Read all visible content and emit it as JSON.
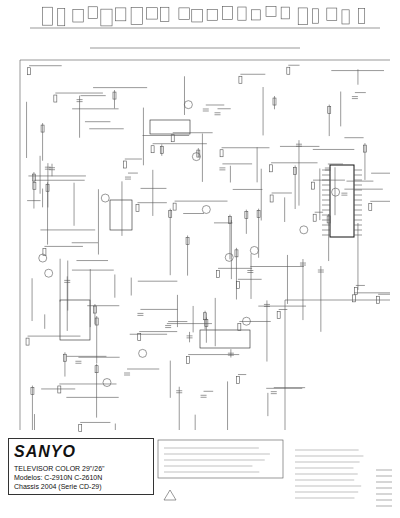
{
  "diagram": {
    "nodes": [
      {
        "text": [
          "SANYO",
          "TELEVISOR COLOR 29\"/26\"",
          "Modelos: C-2910N C-2610N",
          "Chassis 2004 (Serie CD-29)"
        ]
      }
    ]
  }
}
